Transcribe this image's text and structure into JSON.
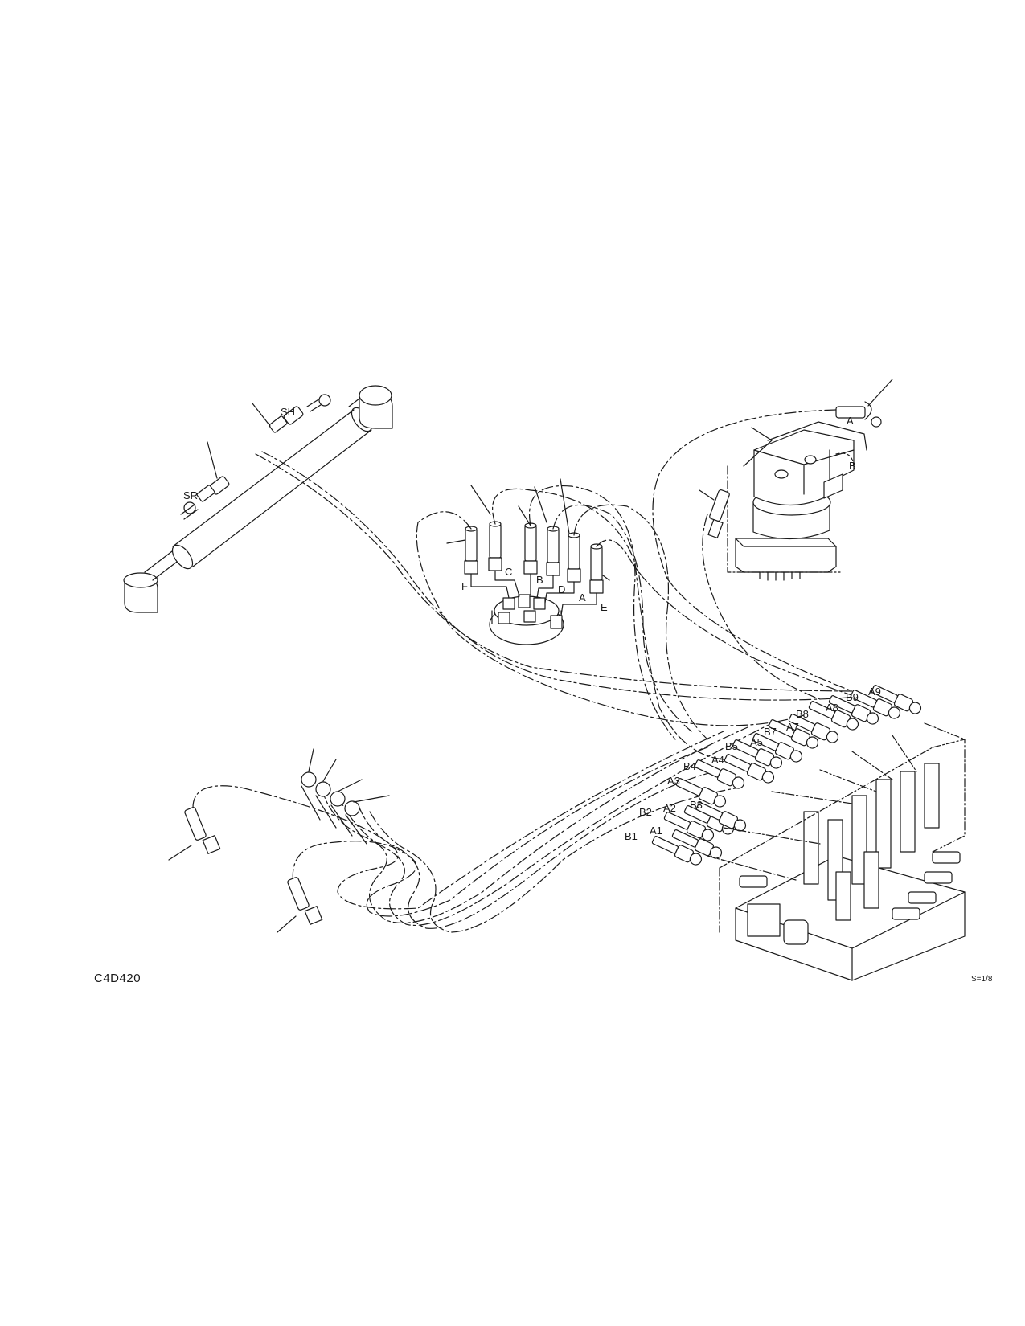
{
  "figure": {
    "code": "C4D420",
    "scale": "S=1/8"
  },
  "labels": {
    "cylinder": [
      "SH",
      "SR"
    ],
    "pilot_valve": [
      "F",
      "C",
      "B",
      "D",
      "A",
      "E"
    ],
    "swing_motor": [
      "A",
      "B"
    ],
    "control_valve": [
      "A9",
      "B9",
      "A8",
      "B8",
      "A7",
      "B7",
      "A5",
      "B5",
      "A4",
      "B4",
      "A3",
      "B3",
      "A2",
      "B2",
      "A1",
      "B1"
    ]
  }
}
